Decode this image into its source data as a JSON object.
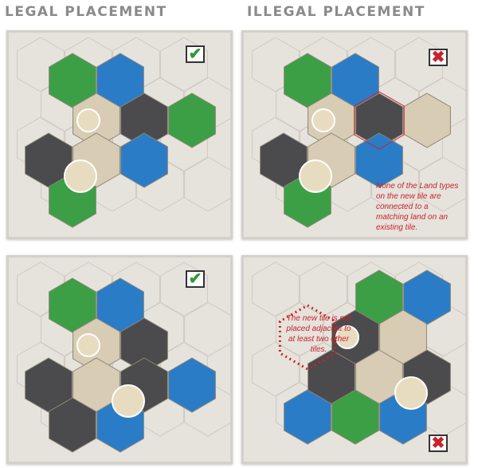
{
  "headings": {
    "legal": "LEGAL PLACEMENT",
    "illegal": "ILLEGAL PLACEMENT"
  },
  "panels": [
    {
      "id": "legal-1",
      "result": "legal",
      "badge_icon": "checkmark-icon",
      "badge": "✔"
    },
    {
      "id": "illegal-1",
      "result": "illegal",
      "badge_icon": "cross-icon",
      "badge": "✖",
      "note": "None of the Land types on the new tile are connected to a matching land on an existing tile."
    },
    {
      "id": "legal-2",
      "result": "legal",
      "badge_icon": "checkmark-icon",
      "badge": "✔"
    },
    {
      "id": "illegal-2",
      "result": "illegal",
      "badge_icon": "cross-icon",
      "badge": "✖",
      "note": "The new tile is not placed adjacent to at least two other tiles."
    }
  ],
  "colors": {
    "green": "#3c9f45",
    "blue": "#2b7cc6",
    "grey": "#4b4a4c",
    "beige": "#d8ccb4",
    "red": "#c8232c"
  }
}
